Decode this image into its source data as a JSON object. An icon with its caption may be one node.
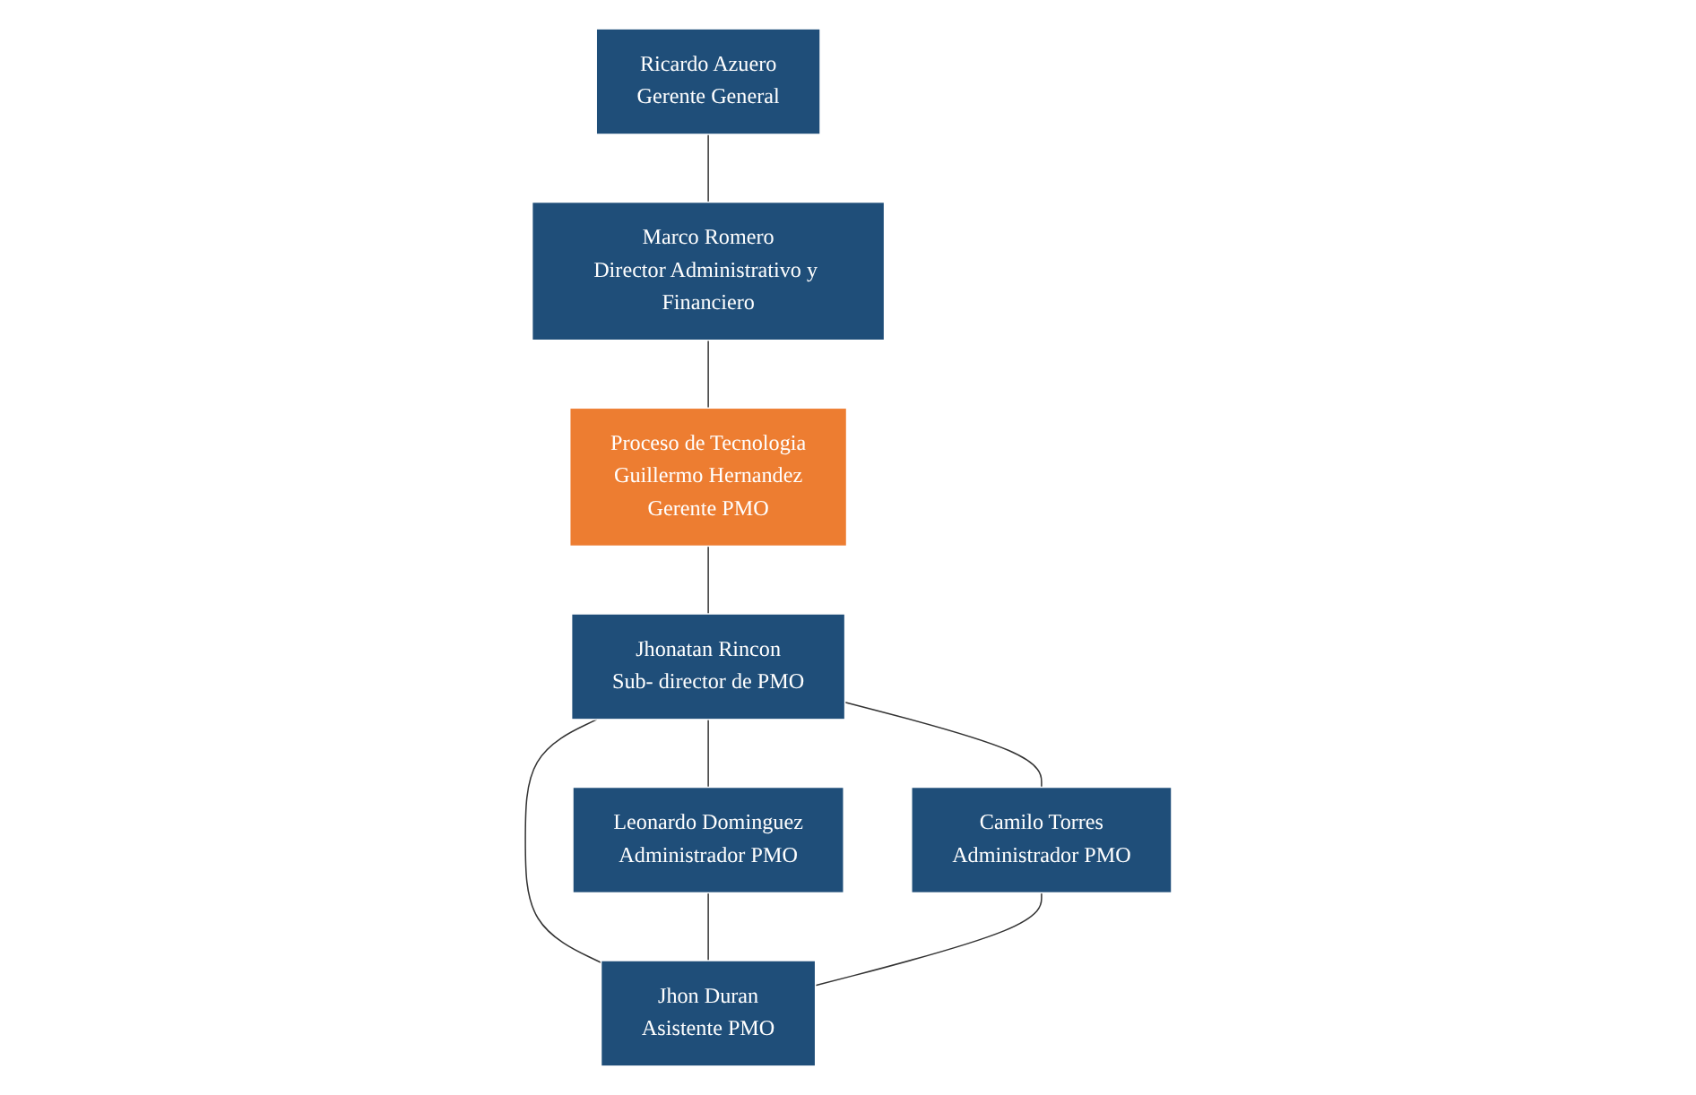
{
  "diagram": {
    "nodes": [
      {
        "text": [
          "Ricardo Azuero",
          "Gerente General"
        ]
      },
      {
        "text": [
          "Marco Romero",
          "Director Administrativo y Financiero"
        ]
      },
      {
        "text": [
          "Proceso de Tecnologia",
          "Guillermo Hernandez",
          "Gerente PMO"
        ]
      },
      {
        "text": [
          "Jhonatan Rincon",
          "Sub- director de PMO"
        ]
      },
      {
        "text": [
          "Leonardo Dominguez",
          "Administrador PMO"
        ]
      },
      {
        "text": [
          "Camilo Torres",
          "Administrador PMO"
        ]
      },
      {
        "text": [
          "Jhon Duran",
          "Asistente PMO"
        ]
      }
    ],
    "edges": [
      {
        "from": 0,
        "to": 1,
        "arrow": "none"
      },
      {
        "from": 1,
        "to": 2,
        "arrow": "none"
      },
      {
        "from": 2,
        "to": 3,
        "arrow": "none"
      },
      {
        "from": 3,
        "to": 4,
        "arrow": "none"
      },
      {
        "from": 3,
        "to": 6,
        "arrow": "none"
      },
      {
        "from": 3,
        "to": 5,
        "arrow": "none"
      },
      {
        "from": 4,
        "to": 6,
        "arrow": "none"
      },
      {
        "from": 5,
        "to": 6,
        "arrow": "none"
      }
    ]
  }
}
